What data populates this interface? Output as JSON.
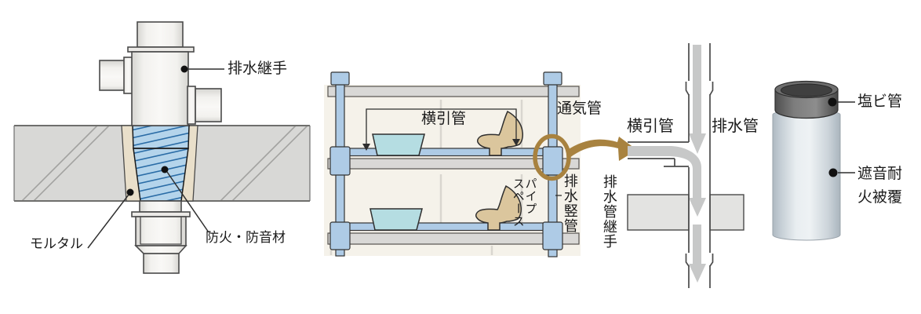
{
  "joint_section": {
    "labels": {
      "drain_joint": "排水継手",
      "mortar": "モルタル",
      "fireproof_soundproof": "防火・防音材"
    }
  },
  "building_section": {
    "labels": {
      "horizontal_pipe": "横引管",
      "vent_pipe": "通気管",
      "pipe_space_col1": "パイプ",
      "pipe_space_col2": "スペース",
      "drain_riser": "排水竪管",
      "drain_pipe_joint": "排水管継手"
    }
  },
  "joint_detail": {
    "labels": {
      "horizontal_pipe": "横引管",
      "drain_pipe": "排水管"
    }
  },
  "pipe_cutaway": {
    "labels": {
      "pvc_pipe": "塩ビ管",
      "covering_line1": "遮音耐",
      "covering_line2": "火被覆"
    }
  },
  "colors": {
    "pipe_blue": "#aecbe6",
    "slab_gray": "#d8d8d6",
    "mortar_beige": "#e9dfca",
    "insulation_blue": "#b4d4eb",
    "hatch_blue": "#2a6ca6",
    "sink_cyan": "#b5dde2",
    "toilet_tan": "#dbc69d",
    "highlight_brown": "#a8823f",
    "flow_arrow_gray": "#c7c8c8",
    "room_cream": "#f5f2ea"
  }
}
